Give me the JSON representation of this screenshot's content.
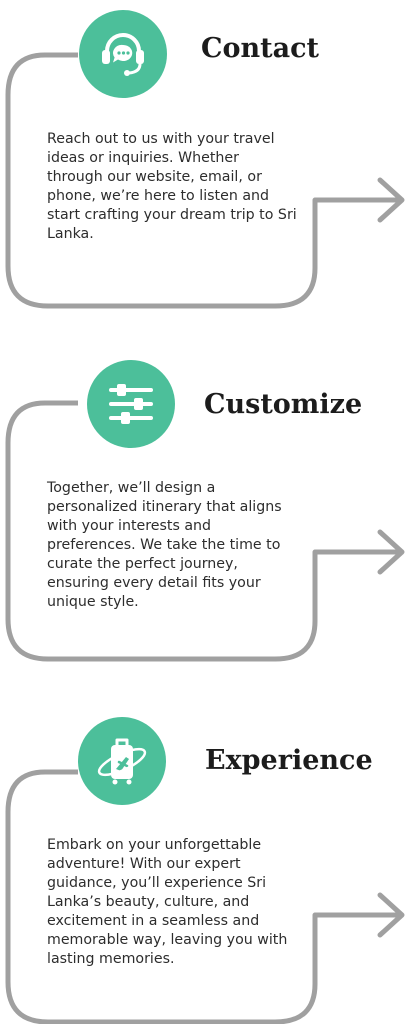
{
  "steps": [
    {
      "title": "Contact",
      "icon": "headset-chat-icon",
      "text": "Reach out to us with your travel ideas or inquiries. Whether through our website, email, or phone, we’re here to listen and start crafting your dream trip to Sri Lanka."
    },
    {
      "title": "Customize",
      "icon": "sliders-icon",
      "text": "Together, we’ll design a personalized itinerary that aligns with your interests and preferences. We take the time to curate the perfect journey, ensuring every detail fits your unique style."
    },
    {
      "title": "Experience",
      "icon": "luggage-plane-icon",
      "text": "Embark on your unforgettable adventure! With our expert guidance, you’ll experience Sri Lanka’s beauty, culture, and excitement in a seamless and memorable way, leaving you with lasting memories."
    }
  ],
  "colors": {
    "accent": "#4cbf9a",
    "frame": "#a0a0a0",
    "title": "#1c1c1c",
    "text": "#2d2d2d"
  }
}
